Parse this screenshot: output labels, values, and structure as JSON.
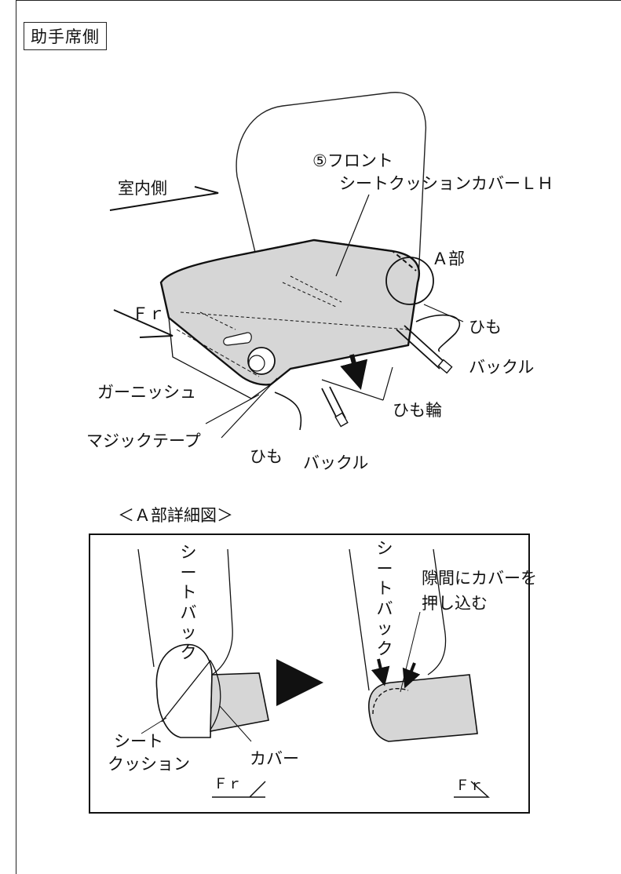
{
  "header": {
    "title": "助手席側"
  },
  "main_diagram": {
    "labels": {
      "interior_side": "室内側",
      "part_name_line1": "⑤フロント",
      "part_name_line2": "シートクッションカバーＬＨ",
      "part_a": "Ａ部",
      "front": "Ｆｒ",
      "string_right": "ひも",
      "buckle_right": "バックル",
      "string_loop": "ひも輪",
      "garnish": "ガーニッシュ",
      "velcro": "マジックテープ",
      "string_left": "ひも",
      "buckle_left": "バックル"
    }
  },
  "detail": {
    "title": "＜Ａ部詳細図＞",
    "left": {
      "seatback": "シートバック",
      "seat_line1": "シート",
      "seat_line2": "クッション",
      "cover": "カバー",
      "front": "Ｆｒ"
    },
    "right": {
      "seatback": "シートバック",
      "instruction_line1": "隙間にカバーを",
      "instruction_line2": "押し込む",
      "front": "Ｆｒ"
    }
  }
}
